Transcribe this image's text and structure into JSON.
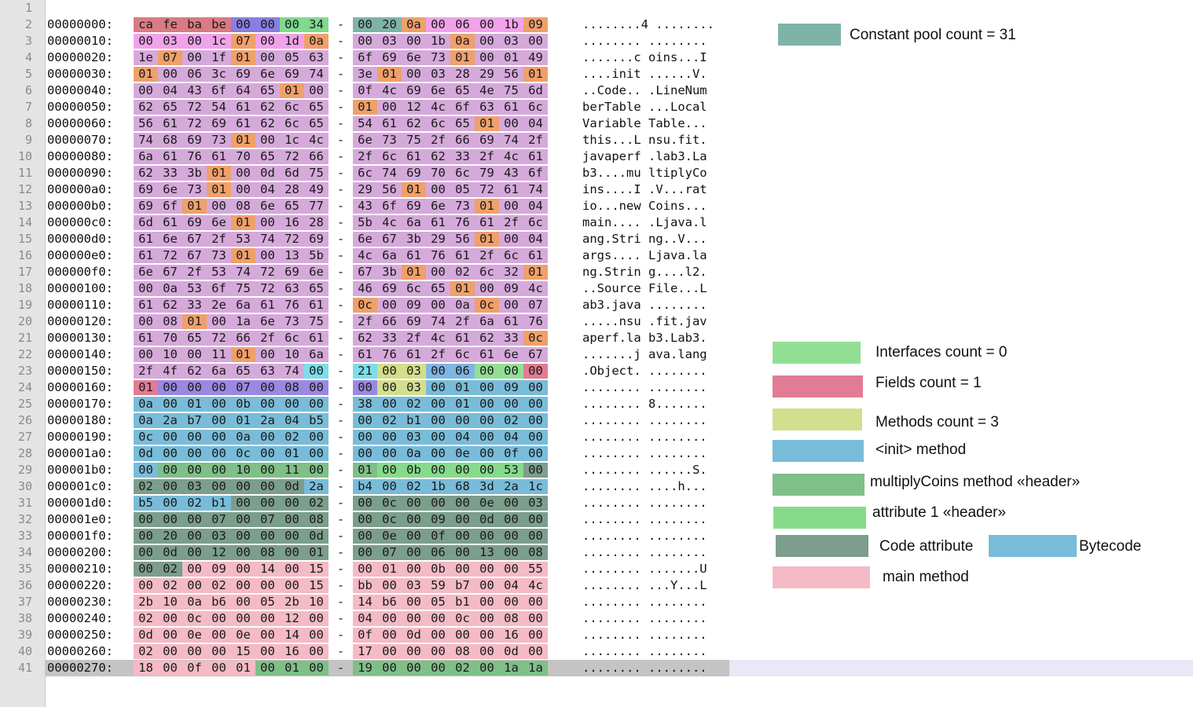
{
  "colors": {
    "magic": "#d97b84",
    "minor": "#8a7ee0",
    "major": "#7fda8e",
    "cp_count": "#7fb3a8",
    "cp_entries": "#d6a9db",
    "cp_tag": "#f0a06a",
    "cp_pink": "#f1a3ea",
    "access": "#7ddde9",
    "this_class": "#d4dd8a",
    "super_class": "#7fb6e3",
    "interfaces": "#93de95",
    "fields": "#e07c93",
    "field_info": "#9a88e3",
    "methods_count": "#d2df8f",
    "init_method": "#79bcd9",
    "mc_header": "#7fbf88",
    "attr_header": "#86db8b",
    "code_attr": "#7c9e8c",
    "main_method": "#f4bac6"
  },
  "hex_rows": [
    {
      "line": "1",
      "addr": "",
      "bytes": [],
      "ascii": ""
    },
    {
      "line": "2",
      "addr": "00000000:",
      "bytes": [
        "ca",
        "fe",
        "ba",
        "be",
        "00",
        "00",
        "00",
        "34",
        "-",
        "00",
        "20",
        "0a",
        "00",
        "06",
        "00",
        "1b",
        "09"
      ],
      "ascii": "........4 ........"
    },
    {
      "line": "3",
      "addr": "00000010:",
      "bytes": [
        "00",
        "03",
        "00",
        "1c",
        "07",
        "00",
        "1d",
        "0a",
        "-",
        "00",
        "03",
        "00",
        "1b",
        "0a",
        "00",
        "03",
        "00"
      ],
      "ascii": "........ ........"
    },
    {
      "line": "4",
      "addr": "00000020:",
      "bytes": [
        "1e",
        "07",
        "00",
        "1f",
        "01",
        "00",
        "05",
        "63",
        "-",
        "6f",
        "69",
        "6e",
        "73",
        "01",
        "00",
        "01",
        "49"
      ],
      "ascii": ".......c oins...I"
    },
    {
      "line": "5",
      "addr": "00000030:",
      "bytes": [
        "01",
        "00",
        "06",
        "3c",
        "69",
        "6e",
        "69",
        "74",
        "-",
        "3e",
        "01",
        "00",
        "03",
        "28",
        "29",
        "56",
        "01"
      ],
      "ascii": "....init ......V."
    },
    {
      "line": "6",
      "addr": "00000040:",
      "bytes": [
        "00",
        "04",
        "43",
        "6f",
        "64",
        "65",
        "01",
        "00",
        "-",
        "0f",
        "4c",
        "69",
        "6e",
        "65",
        "4e",
        "75",
        "6d"
      ],
      "ascii": "..Code.. .LineNum"
    },
    {
      "line": "7",
      "addr": "00000050:",
      "bytes": [
        "62",
        "65",
        "72",
        "54",
        "61",
        "62",
        "6c",
        "65",
        "-",
        "01",
        "00",
        "12",
        "4c",
        "6f",
        "63",
        "61",
        "6c"
      ],
      "ascii": "berTable ...Local"
    },
    {
      "line": "8",
      "addr": "00000060:",
      "bytes": [
        "56",
        "61",
        "72",
        "69",
        "61",
        "62",
        "6c",
        "65",
        "-",
        "54",
        "61",
        "62",
        "6c",
        "65",
        "01",
        "00",
        "04"
      ],
      "ascii": "Variable Table..."
    },
    {
      "line": "9",
      "addr": "00000070:",
      "bytes": [
        "74",
        "68",
        "69",
        "73",
        "01",
        "00",
        "1c",
        "4c",
        "-",
        "6e",
        "73",
        "75",
        "2f",
        "66",
        "69",
        "74",
        "2f"
      ],
      "ascii": "this...L nsu.fit."
    },
    {
      "line": "10",
      "addr": "00000080:",
      "bytes": [
        "6a",
        "61",
        "76",
        "61",
        "70",
        "65",
        "72",
        "66",
        "-",
        "2f",
        "6c",
        "61",
        "62",
        "33",
        "2f",
        "4c",
        "61"
      ],
      "ascii": "javaperf .lab3.La"
    },
    {
      "line": "11",
      "addr": "00000090:",
      "bytes": [
        "62",
        "33",
        "3b",
        "01",
        "00",
        "0d",
        "6d",
        "75",
        "-",
        "6c",
        "74",
        "69",
        "70",
        "6c",
        "79",
        "43",
        "6f"
      ],
      "ascii": "b3....mu ltiplyCo"
    },
    {
      "line": "12",
      "addr": "000000a0:",
      "bytes": [
        "69",
        "6e",
        "73",
        "01",
        "00",
        "04",
        "28",
        "49",
        "-",
        "29",
        "56",
        "01",
        "00",
        "05",
        "72",
        "61",
        "74"
      ],
      "ascii": "ins....I .V...rat"
    },
    {
      "line": "13",
      "addr": "000000b0:",
      "bytes": [
        "69",
        "6f",
        "01",
        "00",
        "08",
        "6e",
        "65",
        "77",
        "-",
        "43",
        "6f",
        "69",
        "6e",
        "73",
        "01",
        "00",
        "04"
      ],
      "ascii": "io...new Coins..."
    },
    {
      "line": "14",
      "addr": "000000c0:",
      "bytes": [
        "6d",
        "61",
        "69",
        "6e",
        "01",
        "00",
        "16",
        "28",
        "-",
        "5b",
        "4c",
        "6a",
        "61",
        "76",
        "61",
        "2f",
        "6c"
      ],
      "ascii": "main.... .Ljava.l"
    },
    {
      "line": "15",
      "addr": "000000d0:",
      "bytes": [
        "61",
        "6e",
        "67",
        "2f",
        "53",
        "74",
        "72",
        "69",
        "-",
        "6e",
        "67",
        "3b",
        "29",
        "56",
        "01",
        "00",
        "04"
      ],
      "ascii": "ang.Stri ng..V..."
    },
    {
      "line": "16",
      "addr": "000000e0:",
      "bytes": [
        "61",
        "72",
        "67",
        "73",
        "01",
        "00",
        "13",
        "5b",
        "-",
        "4c",
        "6a",
        "61",
        "76",
        "61",
        "2f",
        "6c",
        "61"
      ],
      "ascii": "args.... Ljava.la"
    },
    {
      "line": "17",
      "addr": "000000f0:",
      "bytes": [
        "6e",
        "67",
        "2f",
        "53",
        "74",
        "72",
        "69",
        "6e",
        "-",
        "67",
        "3b",
        "01",
        "00",
        "02",
        "6c",
        "32",
        "01"
      ],
      "ascii": "ng.Strin g....l2."
    },
    {
      "line": "18",
      "addr": "00000100:",
      "bytes": [
        "00",
        "0a",
        "53",
        "6f",
        "75",
        "72",
        "63",
        "65",
        "-",
        "46",
        "69",
        "6c",
        "65",
        "01",
        "00",
        "09",
        "4c"
      ],
      "ascii": "..Source File...L"
    },
    {
      "line": "19",
      "addr": "00000110:",
      "bytes": [
        "61",
        "62",
        "33",
        "2e",
        "6a",
        "61",
        "76",
        "61",
        "-",
        "0c",
        "00",
        "09",
        "00",
        "0a",
        "0c",
        "00",
        "07"
      ],
      "ascii": "ab3.java ........"
    },
    {
      "line": "20",
      "addr": "00000120:",
      "bytes": [
        "00",
        "08",
        "01",
        "00",
        "1a",
        "6e",
        "73",
        "75",
        "-",
        "2f",
        "66",
        "69",
        "74",
        "2f",
        "6a",
        "61",
        "76"
      ],
      "ascii": ".....nsu .fit.jav"
    },
    {
      "line": "21",
      "addr": "00000130:",
      "bytes": [
        "61",
        "70",
        "65",
        "72",
        "66",
        "2f",
        "6c",
        "61",
        "-",
        "62",
        "33",
        "2f",
        "4c",
        "61",
        "62",
        "33",
        "0c"
      ],
      "ascii": "aperf.la b3.Lab3."
    },
    {
      "line": "22",
      "addr": "00000140:",
      "bytes": [
        "00",
        "10",
        "00",
        "11",
        "01",
        "00",
        "10",
        "6a",
        "-",
        "61",
        "76",
        "61",
        "2f",
        "6c",
        "61",
        "6e",
        "67"
      ],
      "ascii": ".......j ava.lang"
    },
    {
      "line": "23",
      "addr": "00000150:",
      "bytes": [
        "2f",
        "4f",
        "62",
        "6a",
        "65",
        "63",
        "74",
        "00",
        "-",
        "21",
        "00",
        "03",
        "00",
        "06",
        "00",
        "00",
        "00"
      ],
      "ascii": ".Object. ........"
    },
    {
      "line": "24",
      "addr": "00000160:",
      "bytes": [
        "01",
        "00",
        "00",
        "00",
        "07",
        "00",
        "08",
        "00",
        "-",
        "00",
        "00",
        "03",
        "00",
        "01",
        "00",
        "09",
        "00"
      ],
      "ascii": "........ ........"
    },
    {
      "line": "25",
      "addr": "00000170:",
      "bytes": [
        "0a",
        "00",
        "01",
        "00",
        "0b",
        "00",
        "00",
        "00",
        "-",
        "38",
        "00",
        "02",
        "00",
        "01",
        "00",
        "00",
        "00"
      ],
      "ascii": "........ 8......."
    },
    {
      "line": "26",
      "addr": "00000180:",
      "bytes": [
        "0a",
        "2a",
        "b7",
        "00",
        "01",
        "2a",
        "04",
        "b5",
        "-",
        "00",
        "02",
        "b1",
        "00",
        "00",
        "00",
        "02",
        "00"
      ],
      "ascii": "........ ........"
    },
    {
      "line": "27",
      "addr": "00000190:",
      "bytes": [
        "0c",
        "00",
        "00",
        "00",
        "0a",
        "00",
        "02",
        "00",
        "-",
        "00",
        "00",
        "03",
        "00",
        "04",
        "00",
        "04",
        "00"
      ],
      "ascii": "........ ........"
    },
    {
      "line": "28",
      "addr": "000001a0:",
      "bytes": [
        "0d",
        "00",
        "00",
        "00",
        "0c",
        "00",
        "01",
        "00",
        "-",
        "00",
        "00",
        "0a",
        "00",
        "0e",
        "00",
        "0f",
        "00"
      ],
      "ascii": "........ ........"
    },
    {
      "line": "29",
      "addr": "000001b0:",
      "bytes": [
        "00",
        "00",
        "00",
        "00",
        "10",
        "00",
        "11",
        "00",
        "-",
        "01",
        "00",
        "0b",
        "00",
        "00",
        "00",
        "53",
        "00"
      ],
      "ascii": "........ ......S."
    },
    {
      "line": "30",
      "addr": "000001c0:",
      "bytes": [
        "02",
        "00",
        "03",
        "00",
        "00",
        "00",
        "0d",
        "2a",
        "-",
        "b4",
        "00",
        "02",
        "1b",
        "68",
        "3d",
        "2a",
        "1c"
      ],
      "ascii": "........ ....h..."
    },
    {
      "line": "31",
      "addr": "000001d0:",
      "bytes": [
        "b5",
        "00",
        "02",
        "b1",
        "00",
        "00",
        "00",
        "02",
        "-",
        "00",
        "0c",
        "00",
        "00",
        "00",
        "0e",
        "00",
        "03"
      ],
      "ascii": "........ ........"
    },
    {
      "line": "32",
      "addr": "000001e0:",
      "bytes": [
        "00",
        "00",
        "00",
        "07",
        "00",
        "07",
        "00",
        "08",
        "-",
        "00",
        "0c",
        "00",
        "09",
        "00",
        "0d",
        "00",
        "00"
      ],
      "ascii": "........ ........"
    },
    {
      "line": "33",
      "addr": "000001f0:",
      "bytes": [
        "00",
        "20",
        "00",
        "03",
        "00",
        "00",
        "00",
        "0d",
        "-",
        "00",
        "0e",
        "00",
        "0f",
        "00",
        "00",
        "00",
        "00"
      ],
      "ascii": "........ ........"
    },
    {
      "line": "34",
      "addr": "00000200:",
      "bytes": [
        "00",
        "0d",
        "00",
        "12",
        "00",
        "08",
        "00",
        "01",
        "-",
        "00",
        "07",
        "00",
        "06",
        "00",
        "13",
        "00",
        "08"
      ],
      "ascii": "........ ........"
    },
    {
      "line": "35",
      "addr": "00000210:",
      "bytes": [
        "00",
        "02",
        "00",
        "09",
        "00",
        "14",
        "00",
        "15",
        "-",
        "00",
        "01",
        "00",
        "0b",
        "00",
        "00",
        "00",
        "55"
      ],
      "ascii": "........ .......U"
    },
    {
      "line": "36",
      "addr": "00000220:",
      "bytes": [
        "00",
        "02",
        "00",
        "02",
        "00",
        "00",
        "00",
        "15",
        "-",
        "bb",
        "00",
        "03",
        "59",
        "b7",
        "00",
        "04",
        "4c"
      ],
      "ascii": "........ ...Y...L"
    },
    {
      "line": "37",
      "addr": "00000230:",
      "bytes": [
        "2b",
        "10",
        "0a",
        "b6",
        "00",
        "05",
        "2b",
        "10",
        "-",
        "14",
        "b6",
        "00",
        "05",
        "b1",
        "00",
        "00",
        "00"
      ],
      "ascii": "........ ........"
    },
    {
      "line": "38",
      "addr": "00000240:",
      "bytes": [
        "02",
        "00",
        "0c",
        "00",
        "00",
        "00",
        "12",
        "00",
        "-",
        "04",
        "00",
        "00",
        "00",
        "0c",
        "00",
        "08",
        "00"
      ],
      "ascii": "........ ........"
    },
    {
      "line": "39",
      "addr": "00000250:",
      "bytes": [
        "0d",
        "00",
        "0e",
        "00",
        "0e",
        "00",
        "14",
        "00",
        "-",
        "0f",
        "00",
        "0d",
        "00",
        "00",
        "00",
        "16",
        "00"
      ],
      "ascii": "........ ........"
    },
    {
      "line": "40",
      "addr": "00000260:",
      "bytes": [
        "02",
        "00",
        "00",
        "00",
        "15",
        "00",
        "16",
        "00",
        "-",
        "17",
        "00",
        "00",
        "00",
        "08",
        "00",
        "0d",
        "00"
      ],
      "ascii": "........ ........"
    },
    {
      "line": "41",
      "addr": "00000270:",
      "bytes": [
        "18",
        "00",
        "0f",
        "00",
        "01",
        "00",
        "01",
        "00",
        "-",
        "19",
        "00",
        "00",
        "00",
        "02",
        "00",
        "1a",
        "1a"
      ],
      "ascii": "........ ........"
    }
  ],
  "legend": [
    {
      "label": "Constant pool count = 31",
      "color": "#7fb3a8"
    },
    {
      "label": "Interfaces count = 0",
      "color": "#93de95"
    },
    {
      "label": "Fields count = 1",
      "color": "#e07c93"
    },
    {
      "label": "Methods count = 3",
      "color": "#d2df8f"
    },
    {
      "label": "<init> method",
      "color": "#79bcd9"
    },
    {
      "label": "multiplyCoins method «header»",
      "color": "#7fbf88"
    },
    {
      "label": "attribute 1 «header»",
      "color": "#86db8b"
    },
    {
      "label": "Code attribute",
      "color": "#7c9e8c"
    },
    {
      "label": "Bytecode",
      "color": "#79bcd9"
    },
    {
      "label": "main method",
      "color": "#f4bac6"
    }
  ]
}
